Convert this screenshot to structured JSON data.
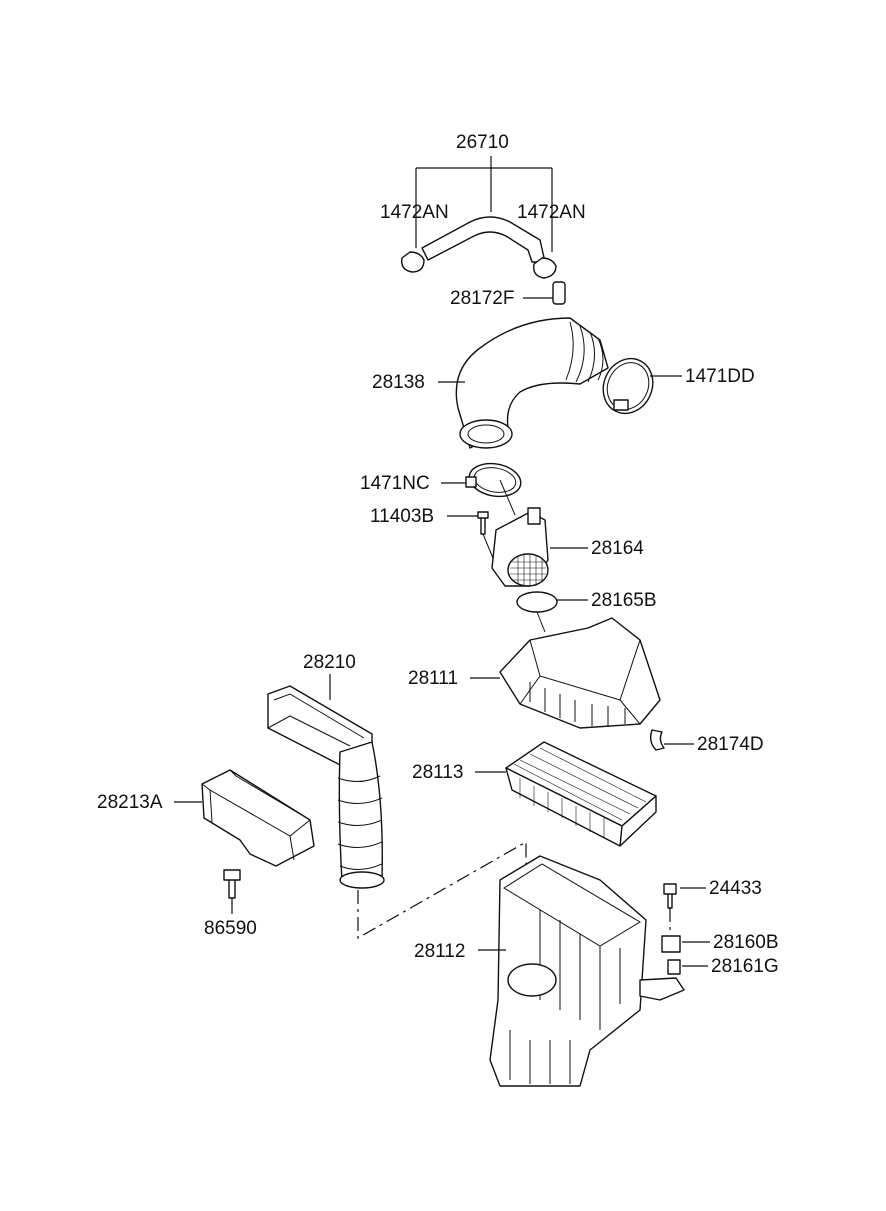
{
  "labels": {
    "p26710": "26710",
    "p1472AN_left": "1472AN",
    "p1472AN_right": "1472AN",
    "p28172F": "28172F",
    "p28138": "28138",
    "p1471DD": "1471DD",
    "p1471NC": "1471NC",
    "p11403B": "11403B",
    "p28164": "28164",
    "p28165B": "28165B",
    "p28210": "28210",
    "p28111": "28111",
    "p28174D": "28174D",
    "p28113": "28113",
    "p28213A": "28213A",
    "p24433": "24433",
    "p86590": "86590",
    "p28160B": "28160B",
    "p28112": "28112",
    "p28161G": "28161G"
  },
  "colors": {
    "ink": "#111111",
    "background": "#ffffff"
  }
}
